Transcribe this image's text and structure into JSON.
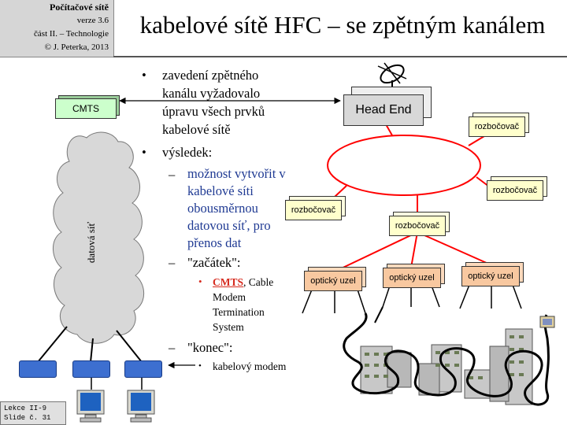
{
  "header": {
    "course": "Počítačové sítě",
    "version": "verze 3.6",
    "part": "část II. – Technologie",
    "copyright": "© J. Peterka, 2013"
  },
  "title": "kabelové sítě HFC – se zpětným kanálem",
  "bullets": {
    "b1": [
      "zavedení zpětného",
      "kanálu vyžadovalo",
      "úpravu všech prvků",
      "kabelové sítě"
    ],
    "b2": "výsledek:",
    "s1": [
      "možnost vytvořit v",
      "kabelové síti",
      "obousměrnou",
      "datovou síť, pro",
      "přenos dat"
    ],
    "s2": "\"začátek\":",
    "s2_sub_term": "CMTS",
    "s2_sub_rest": [
      ", Cable",
      "Modem",
      "Termination",
      "System"
    ],
    "s3": "\"konec\":",
    "s3_sub": "kabelový modem"
  },
  "diagram": {
    "cmts": "CMTS",
    "cloud_label": "datová síť",
    "head_end": "Head End",
    "splitter": "rozbočovač",
    "node": "optický uzel"
  },
  "footer": {
    "line1": "Lekce II-9",
    "line2": "Slide č. 31"
  },
  "colors": {
    "accent_blue": "#1f3a93",
    "cmts_term": "#d62b1f",
    "cmts_box": "#ccffcc",
    "splitter": "#ffffcc",
    "node": "#f8c8a0"
  }
}
